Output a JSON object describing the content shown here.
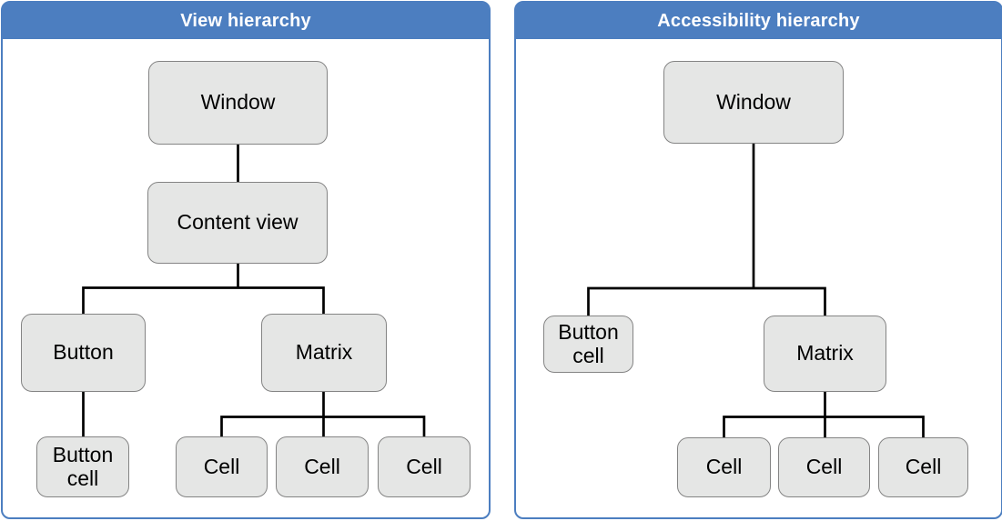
{
  "colors": {
    "header_blue": "#4c7ec0",
    "panel_border": "#4c7ec0",
    "node_fill": "#e5e6e5",
    "node_border": "#848484",
    "connector": "#000000",
    "title_text": "#ffffff",
    "node_text": "#000000"
  },
  "panels": [
    {
      "title": "View hierarchy",
      "nodes": [
        {
          "id": "window",
          "label": "Window"
        },
        {
          "id": "content-view",
          "label": "Content view"
        },
        {
          "id": "button",
          "label": "Button"
        },
        {
          "id": "matrix",
          "label": "Matrix"
        },
        {
          "id": "button-cell",
          "label": "Button cell"
        },
        {
          "id": "cell-1",
          "label": "Cell"
        },
        {
          "id": "cell-2",
          "label": "Cell"
        },
        {
          "id": "cell-3",
          "label": "Cell"
        }
      ],
      "edges": [
        {
          "from": "window",
          "to": "content-view"
        },
        {
          "from": "content-view",
          "to": "button"
        },
        {
          "from": "content-view",
          "to": "matrix"
        },
        {
          "from": "button",
          "to": "button-cell"
        },
        {
          "from": "matrix",
          "to": "cell-1"
        },
        {
          "from": "matrix",
          "to": "cell-2"
        },
        {
          "from": "matrix",
          "to": "cell-3"
        }
      ]
    },
    {
      "title": "Accessibility hierarchy",
      "nodes": [
        {
          "id": "window",
          "label": "Window"
        },
        {
          "id": "button-cell",
          "label": "Button cell"
        },
        {
          "id": "matrix",
          "label": "Matrix"
        },
        {
          "id": "cell-1",
          "label": "Cell"
        },
        {
          "id": "cell-2",
          "label": "Cell"
        },
        {
          "id": "cell-3",
          "label": "Cell"
        }
      ],
      "edges": [
        {
          "from": "window",
          "to": "button-cell"
        },
        {
          "from": "window",
          "to": "matrix"
        },
        {
          "from": "matrix",
          "to": "cell-1"
        },
        {
          "from": "matrix",
          "to": "cell-2"
        },
        {
          "from": "matrix",
          "to": "cell-3"
        }
      ]
    }
  ]
}
